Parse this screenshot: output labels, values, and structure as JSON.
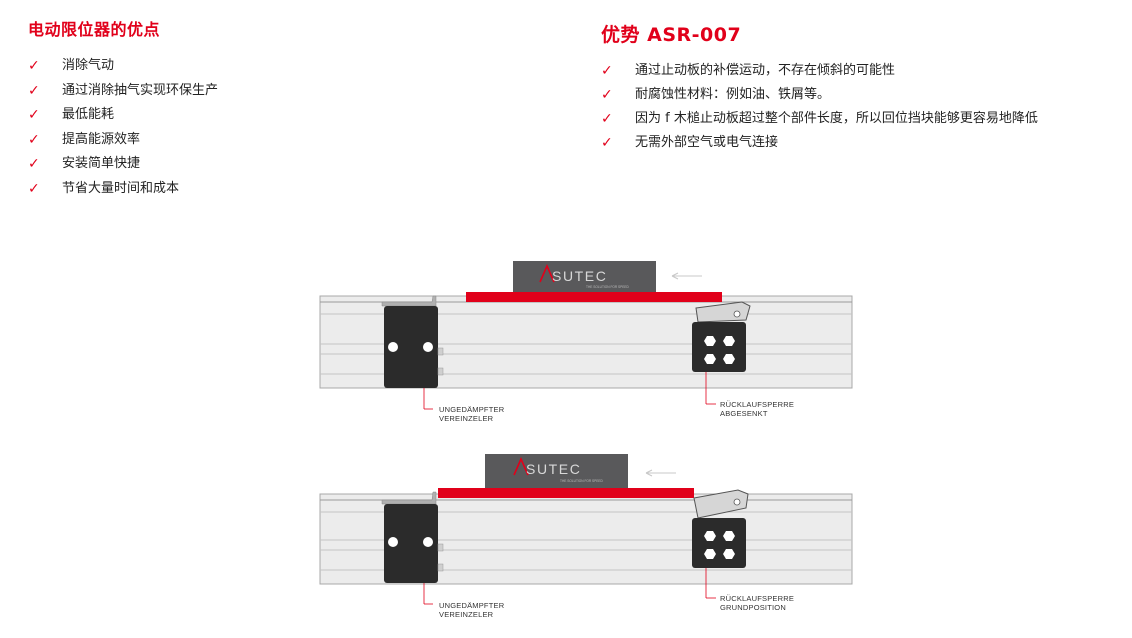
{
  "left": {
    "heading": "电动限位器的优点",
    "items": [
      "消除气动",
      "通过消除抽气实现环保生产",
      "最低能耗",
      "提高能源效率",
      "安装简单快捷",
      "节省大量时间和成本"
    ]
  },
  "right": {
    "heading": "优势 ASR-007",
    "items": [
      "通过止动板的补偿运动，不存在倾斜的可能性",
      "耐腐蚀性材料：例如油、铁屑等。",
      "因为 f 木槌止动板超过整个部件长度，所以回位挡块能够更容易地降低",
      "无需外部空气或电气连接"
    ]
  },
  "check_mark": "✓",
  "diagram1": {
    "brand": "SUTEC",
    "brand_sub": "THE SOLUTION FOR SPEED",
    "label_left": [
      "UNGEDÄMPFTER",
      "VEREINZELER"
    ],
    "label_right": [
      "RÜCKLAUFSPERRE",
      "ABGESENKT"
    ]
  },
  "diagram2": {
    "brand": "SUTEC",
    "brand_sub": "THE SOLUTION FOR SPEED",
    "label_left": [
      "UNGEDÄMPFTER",
      "VEREINZELER"
    ],
    "label_right": [
      "RÜCKLAUFSPERRE",
      "GRUNDPOSITION"
    ]
  },
  "colors": {
    "accent": "#e1001a",
    "rail": "#e9e9e9",
    "block": "#2a2a2a",
    "product": "#5a5a5c"
  }
}
